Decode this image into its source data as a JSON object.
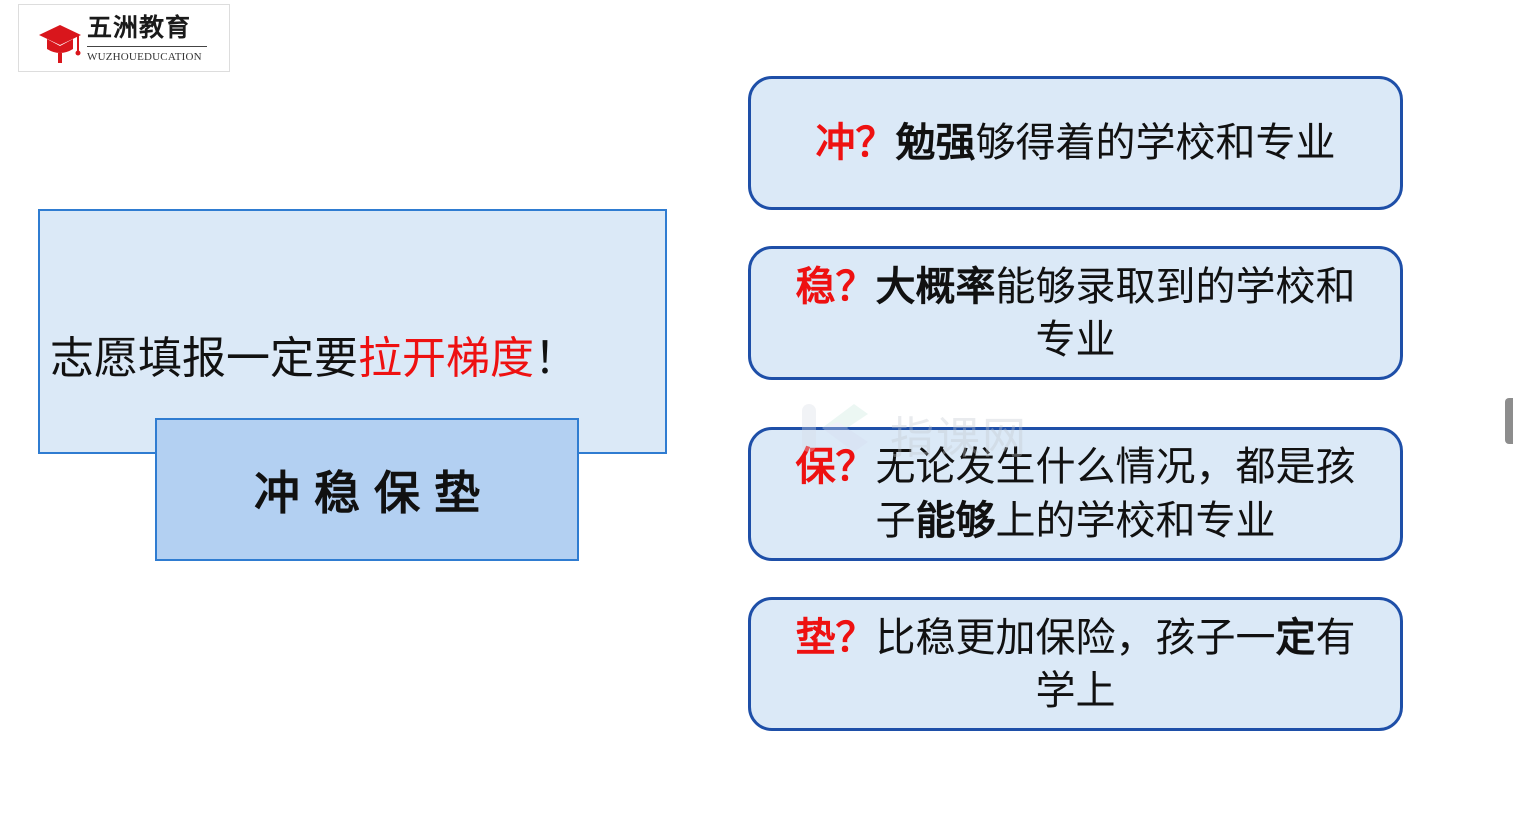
{
  "logo": {
    "name_cn": "五洲教育",
    "name_en": "WUZHOUEDUCATION"
  },
  "main": {
    "title_prefix": "志愿填报一定要",
    "title_highlight": "拉开梯度",
    "title_suffix": "！",
    "subtitle": "冲稳保垫"
  },
  "cards": [
    {
      "label": "冲？",
      "bold": "勉强",
      "text": "够得着的学校和专业"
    },
    {
      "label": "稳？",
      "bold": "大概率",
      "text": "能够录取到的学校和专业"
    },
    {
      "label": "保？",
      "text_before": "无论发生什么情况，都是孩子",
      "bold": "能够",
      "text_after": "上的学校和专业"
    },
    {
      "label": "垫？",
      "text_before": "比稳更加保险，孩子一",
      "bold": "定",
      "text_after": "有学上"
    }
  ],
  "watermark": {
    "text": "指课网"
  },
  "colors": {
    "highlight_red": "#ee1111",
    "main_box_fill": "#dbe9f7",
    "sub_box_fill": "#b3d0f2",
    "border_blue": "#2f7cd1",
    "card_border": "#1e4fa8"
  }
}
